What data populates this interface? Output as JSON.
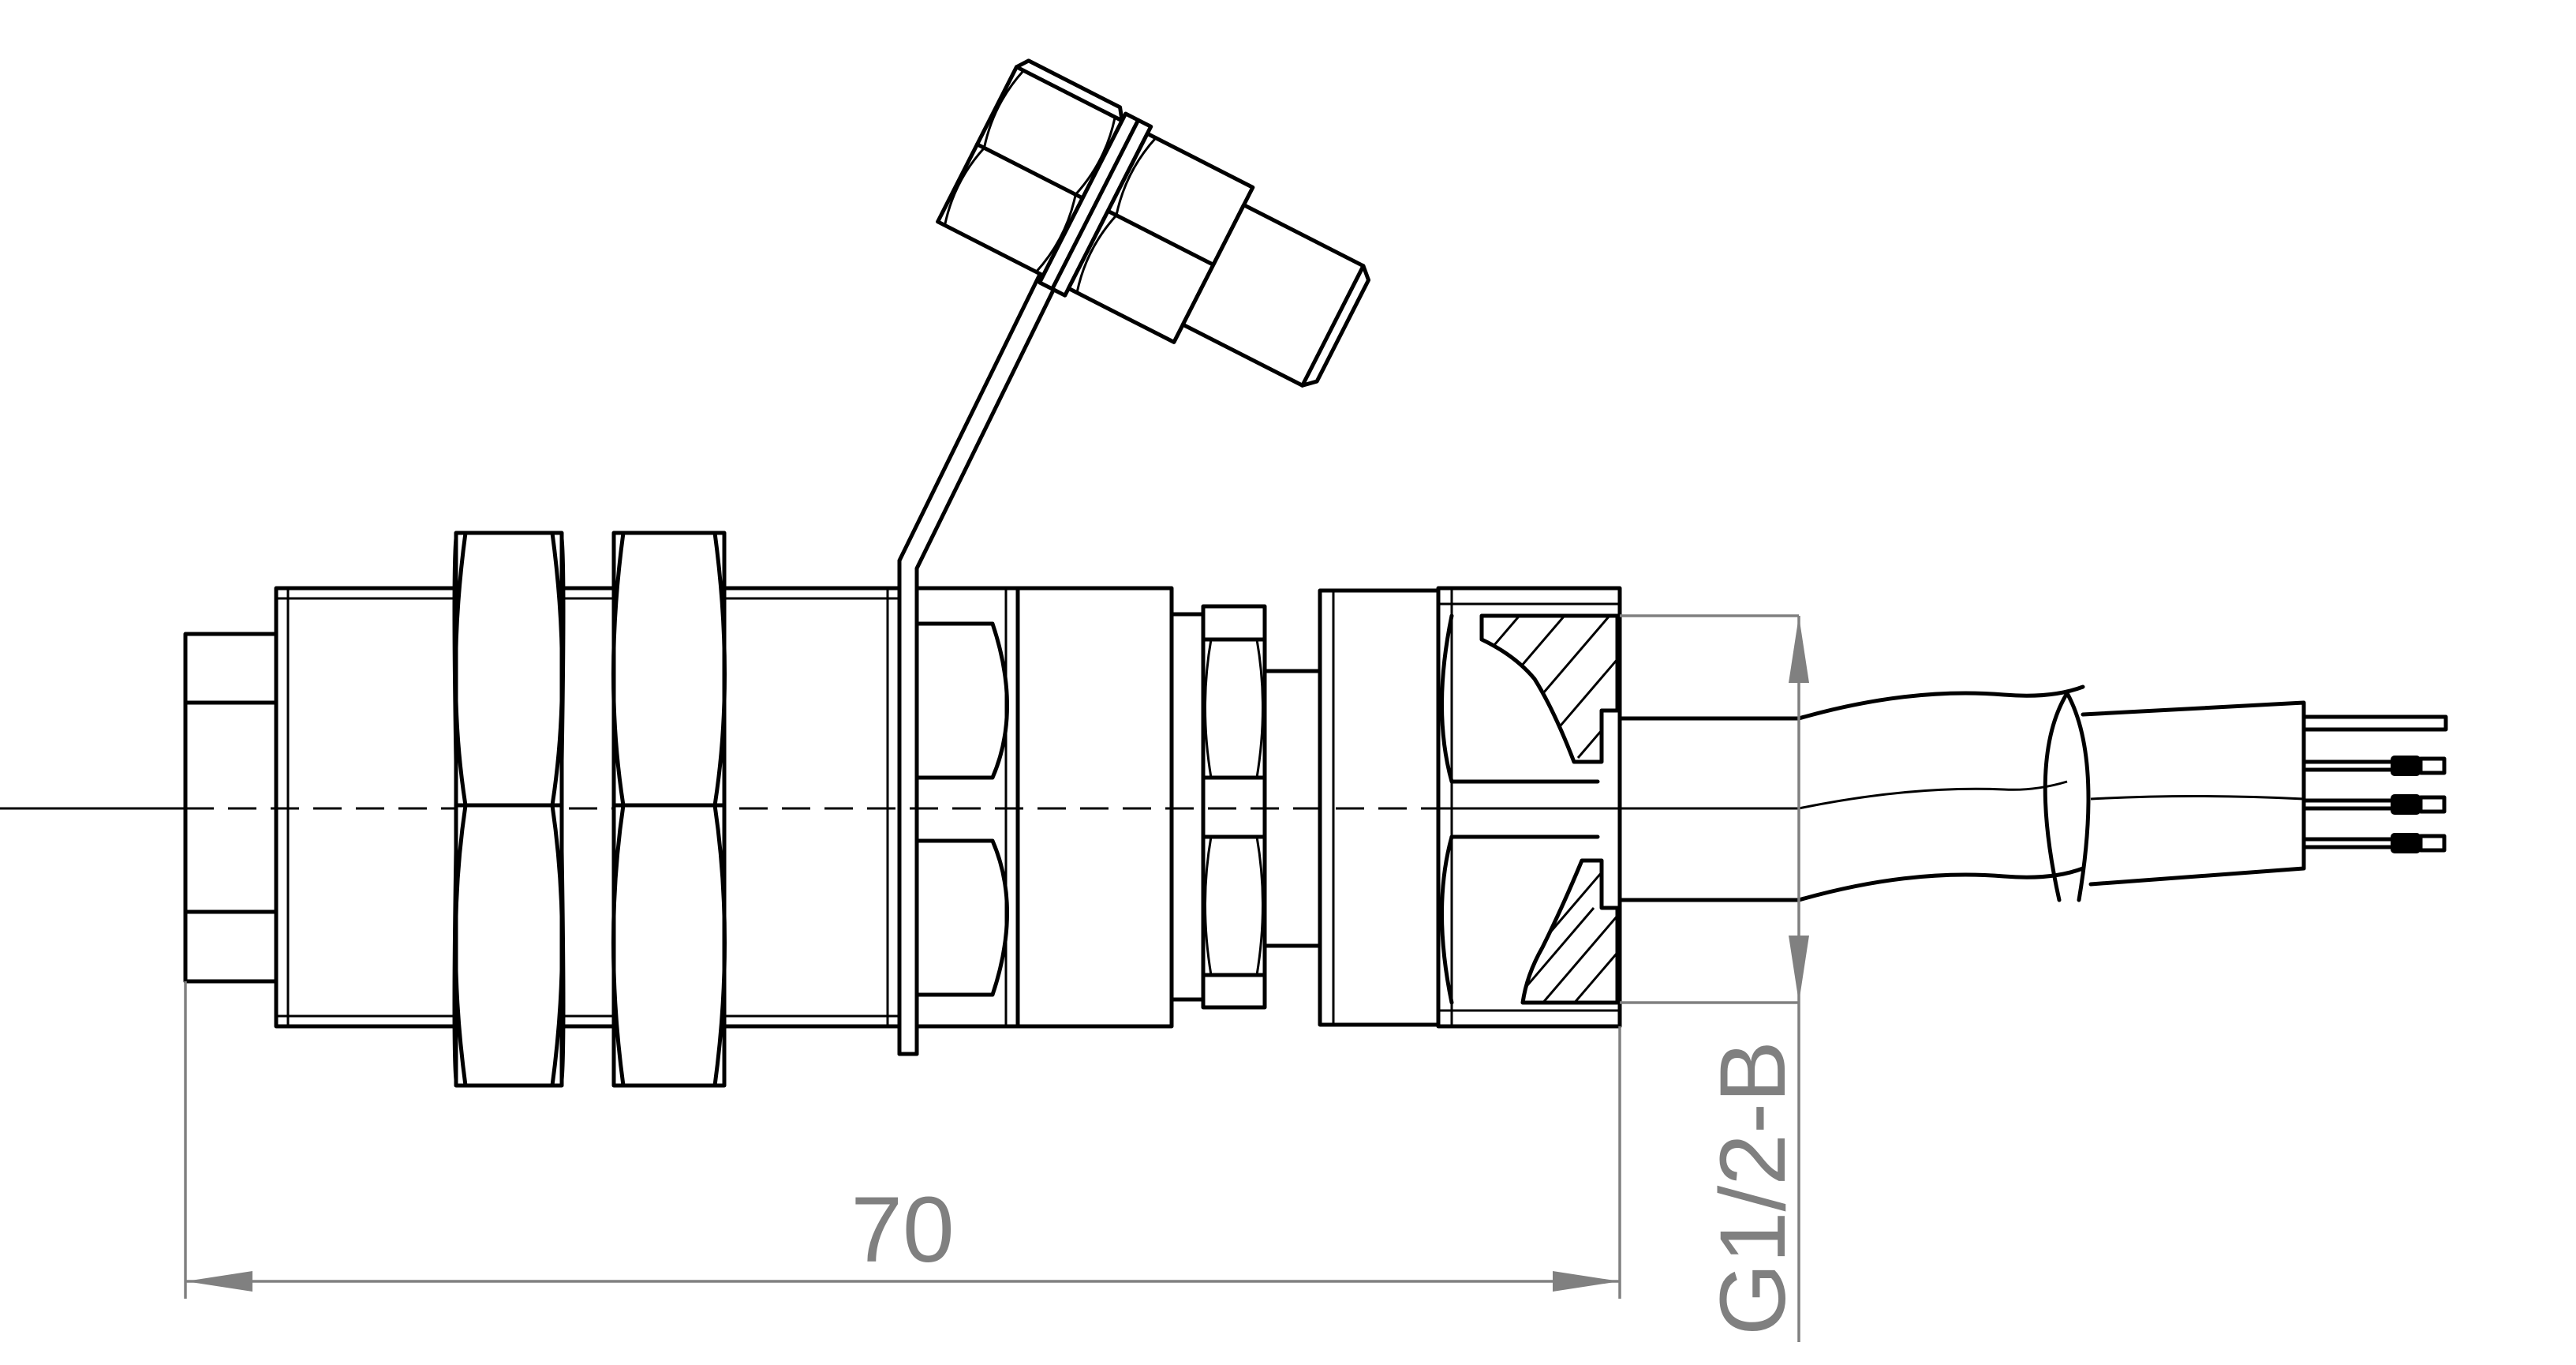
{
  "dimensions": {
    "length_label": "70",
    "thread_label": "G1/2-B"
  },
  "colors": {
    "outline": "#000000",
    "dimension": "#808080",
    "background": "#ffffff"
  },
  "cable": {
    "wire_count": 4,
    "wires_with_ferrules": 3
  }
}
